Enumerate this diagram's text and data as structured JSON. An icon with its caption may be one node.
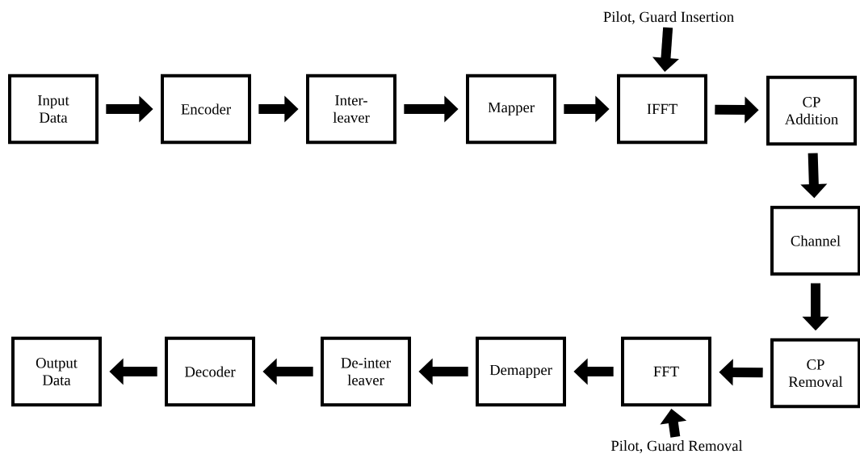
{
  "diagram": {
    "nodes": [
      {
        "text": [
          "Input Data"
        ]
      },
      {
        "text": [
          "Encoder"
        ]
      },
      {
        "text": [
          "Inter- leaver"
        ]
      },
      {
        "text": [
          "Mapper"
        ]
      },
      {
        "text": [
          "IFFT"
        ]
      },
      {
        "text": [
          "CP Addition"
        ]
      },
      {
        "text": [
          "Channel"
        ]
      },
      {
        "text": [
          "CP Removal"
        ]
      },
      {
        "text": [
          "FFT"
        ]
      },
      {
        "text": [
          "Demapper"
        ]
      },
      {
        "text": [
          "De-inter leaver"
        ]
      },
      {
        "text": [
          "Decoder"
        ]
      },
      {
        "text": [
          "Output Data"
        ]
      },
      {
        "text": [
          "Pilot, Guard Insertion"
        ]
      },
      {
        "text": [
          "Pilot, Guard Removal"
        ]
      }
    ],
    "edges": [
      {
        "from": 0,
        "to": 1,
        "arrow": "to"
      },
      {
        "from": 1,
        "to": 2,
        "arrow": "to"
      },
      {
        "from": 2,
        "to": 3,
        "arrow": "to"
      },
      {
        "from": 3,
        "to": 4,
        "arrow": "to"
      },
      {
        "from": 4,
        "to": 5,
        "arrow": "to"
      },
      {
        "from": 5,
        "to": 6,
        "arrow": "to"
      },
      {
        "from": 6,
        "to": 7,
        "arrow": "to"
      },
      {
        "from": 7,
        "to": 8,
        "arrow": "to"
      },
      {
        "from": 8,
        "to": 9,
        "arrow": "to"
      },
      {
        "from": 9,
        "to": 10,
        "arrow": "to"
      },
      {
        "from": 10,
        "to": 11,
        "arrow": "to"
      },
      {
        "from": 11,
        "to": 12,
        "arrow": "to"
      },
      {
        "from": 13,
        "to": 4,
        "arrow": "to"
      },
      {
        "from": 14,
        "to": 8,
        "arrow": "to"
      }
    ]
  }
}
